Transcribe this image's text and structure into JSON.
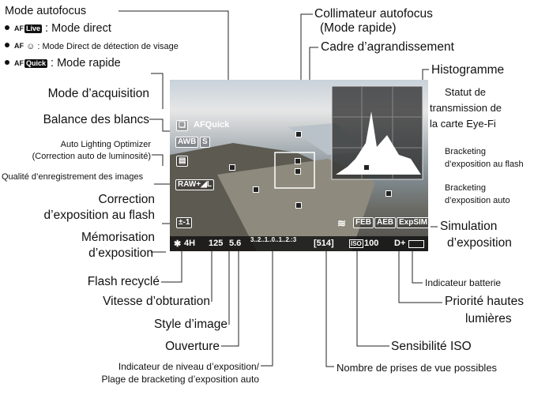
{
  "left": {
    "mode_autofocus": "Mode autofocus",
    "af_items": [
      {
        "prefix": "AF",
        "badge": "Live",
        "text": " : Mode direct"
      },
      {
        "prefix": "AF",
        "badge": "☺",
        "text": " : Mode Direct de détection de visage"
      },
      {
        "prefix": "AF",
        "badge": "Quick",
        "text": " : Mode rapide"
      }
    ],
    "mode_acquisition": "Mode d’acquisition",
    "balance_blancs": "Balance des blancs",
    "alo_line1": "Auto Lighting Optimizer",
    "alo_line2": "(Correction auto de luminosité)",
    "qualite": "Qualité d’enregistrement des images",
    "correction_line1": "Correction",
    "correction_line2": "d’exposition au flash",
    "memo_line1": "Mémorisation",
    "memo_line2": "d’exposition",
    "flash_recycle": "Flash recyclé",
    "vitesse": "Vitesse d’obturation",
    "style": "Style d’image",
    "ouverture": "Ouverture",
    "indicateur_line1": "Indicateur de niveau d’exposition/",
    "indicateur_line2": "Plage de bracketing d’exposition auto"
  },
  "right": {
    "collimateur_line1": "Collimateur autofocus",
    "collimateur_line2": "(Mode rapide)",
    "cadre": "Cadre d’agrandissement",
    "histogramme": "Histogramme",
    "statut_line1": "Statut de",
    "statut_line2": "transmission de",
    "statut_line3": "la carte Eye-Fi",
    "feb_line1": "Bracketing",
    "feb_line2": "d’exposition au flash",
    "aeb_line1": "Bracketing",
    "aeb_line2": "d’exposition auto",
    "simulation_line1": "Simulation",
    "simulation_line2": "d’exposition",
    "batterie": "Indicateur batterie",
    "priorite_line1": "Priorité hautes",
    "priorite_line2": "lumières",
    "iso": "Sensibilité ISO",
    "prises": "Nombre de prises de vue possibles"
  },
  "screen": {
    "drive_icon": "❏",
    "af_quick": "AFQuick",
    "awb": "AWB",
    "picture_style": "S",
    "alo_icon": "▤",
    "quality": "RAW+◢L",
    "flash_comp": "±-1",
    "exposure_lock": "✱",
    "flash_ready": "4H",
    "shutter": "125",
    "aperture": "5.6",
    "scale": "3..2..1..0..1..2.:3",
    "shots": "[514]",
    "iso_label": "ISO",
    "iso_value": "100",
    "highlight": "D+",
    "feb": "FEB",
    "aeb": "AEB",
    "expsim": "ExpSIM",
    "wifi": "≋"
  }
}
